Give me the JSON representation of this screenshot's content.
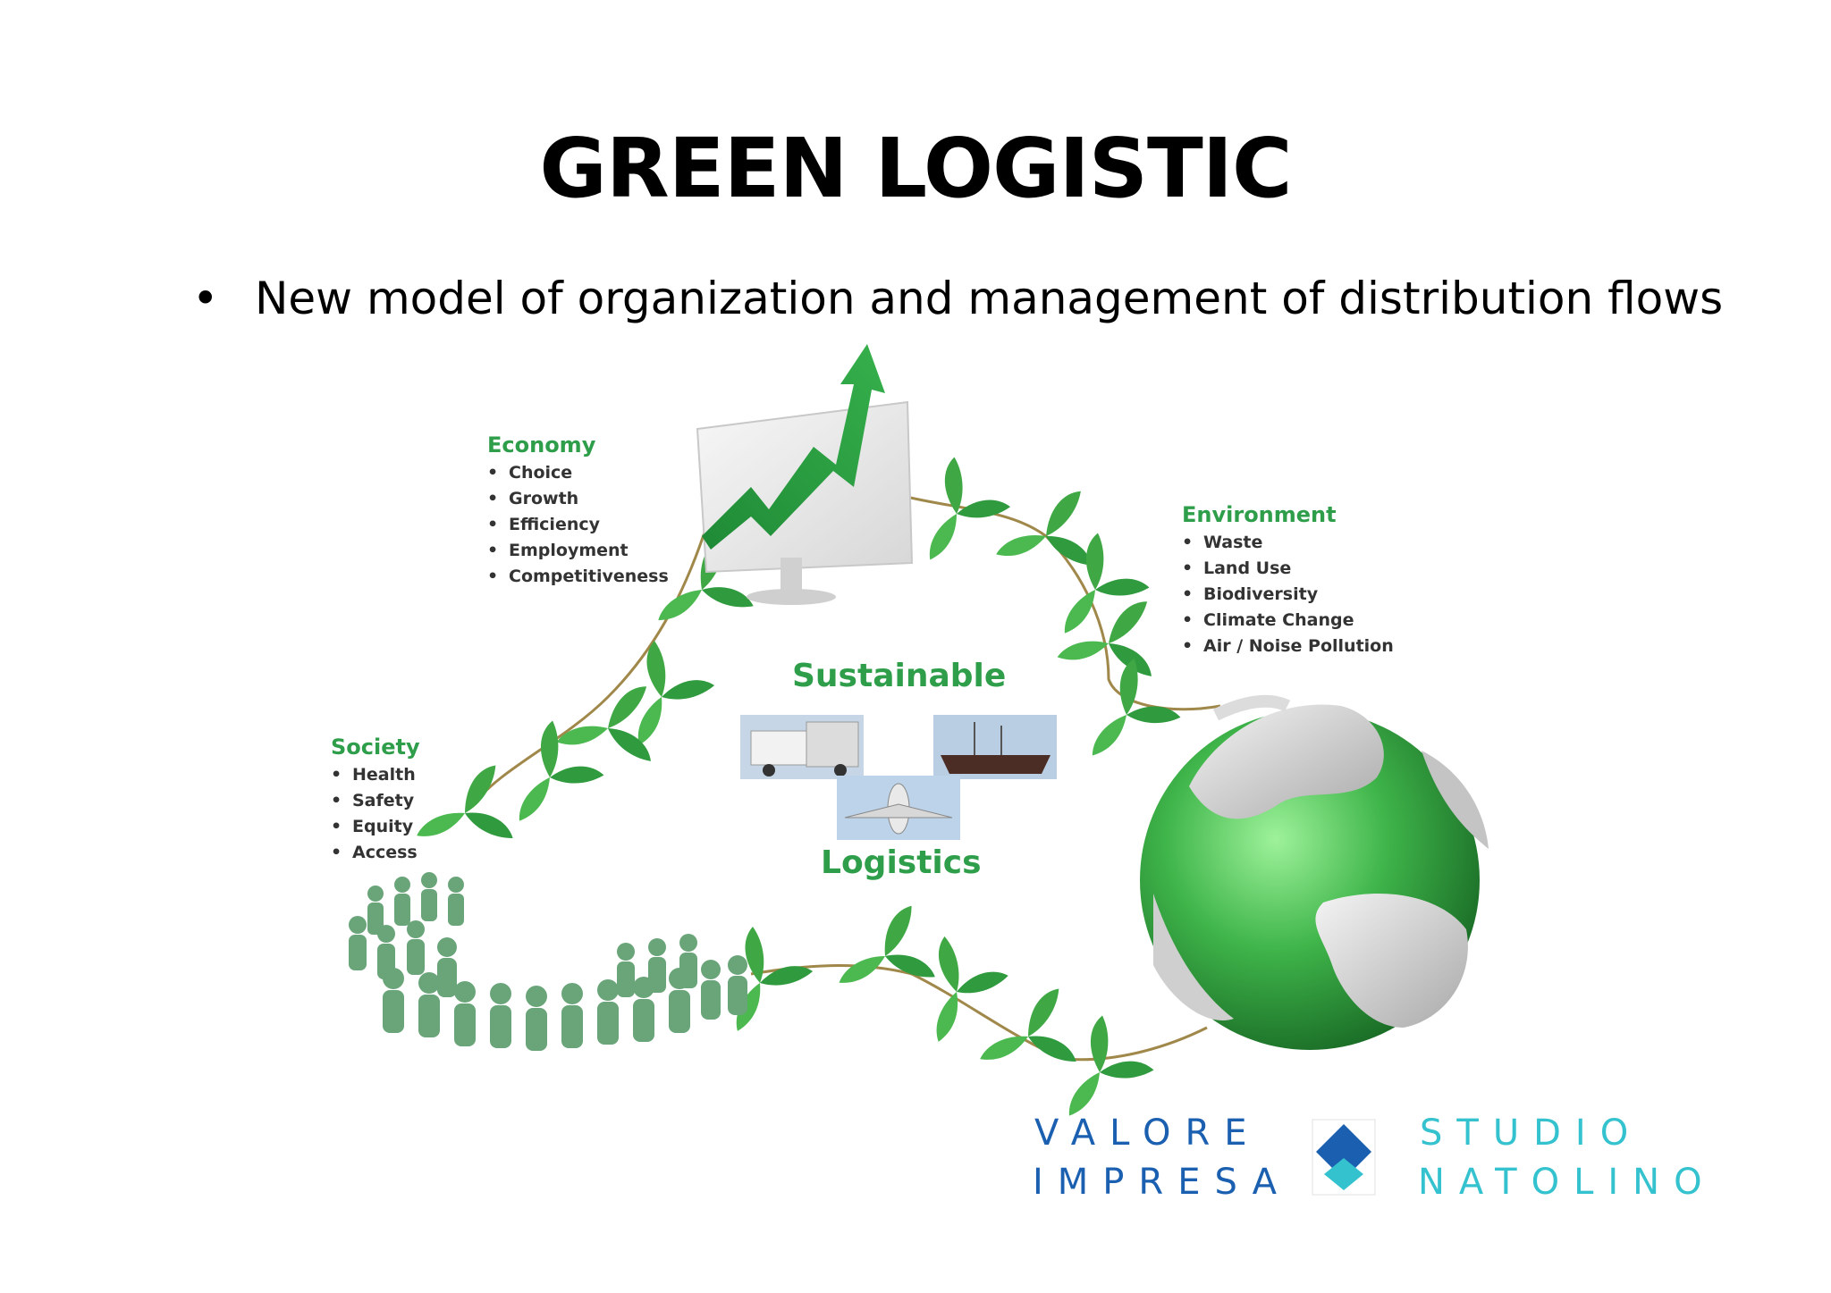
{
  "slide": {
    "title": "GREEN LOGISTIC",
    "bullet": "New model of organization and management of distribution flows"
  },
  "diagram": {
    "center": {
      "top_label": "Sustainable",
      "bottom_label": "Logistics"
    },
    "economy": {
      "title": "Economy",
      "items": [
        "Choice",
        "Growth",
        "Efficiency",
        "Employment",
        "Competitiveness"
      ]
    },
    "environment": {
      "title": "Environment",
      "items": [
        "Waste",
        "Land Use",
        "Biodiversity",
        "Climate Change",
        "Air / Noise Pollution"
      ]
    },
    "society": {
      "title": "Society",
      "items": [
        "Health",
        "Safety",
        "Equity",
        "Access"
      ]
    }
  },
  "logo": {
    "left_line1": "VALORE",
    "left_line2": "IMPRESA",
    "right_line1": "STUDIO",
    "right_line2": "NATOLINO",
    "colors": {
      "blue": "#1b5fb0",
      "teal": "#35c2cf"
    }
  },
  "colors": {
    "accent_green": "#2e9e4a"
  }
}
